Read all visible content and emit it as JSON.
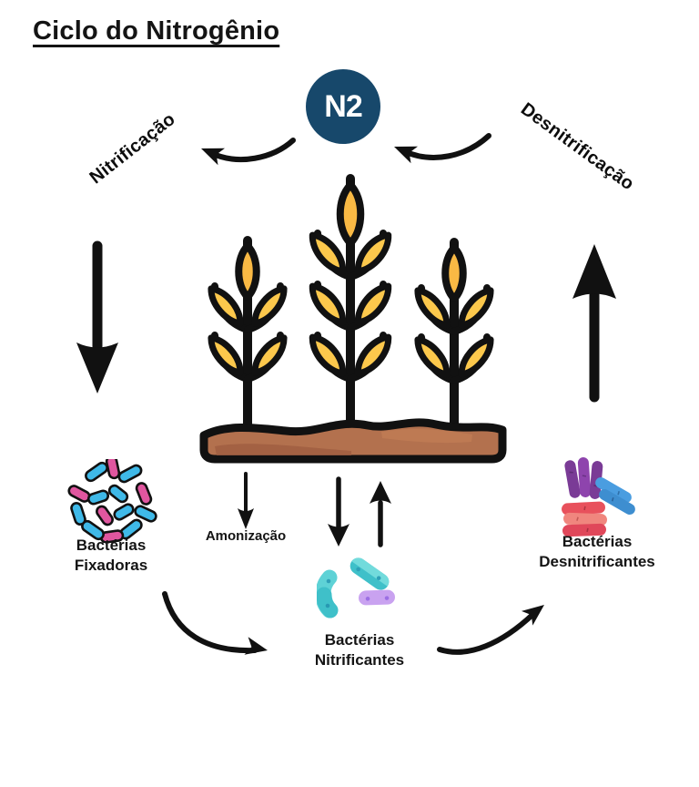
{
  "title": "Ciclo do Nitrogênio",
  "n2": {
    "label": "N2"
  },
  "process_labels": {
    "nitrification": "Nitrificação",
    "denitrification": "Desnitrificação",
    "ammonization": "Amonização"
  },
  "bacteria": {
    "fixing": {
      "line1": "Bactérias",
      "line2": "Fixadoras"
    },
    "nitrifying": {
      "line1": "Bactérias",
      "line2": "Nitrificantes"
    },
    "denitrifying": {
      "line1": "Bactérias",
      "line2": "Desnitrificantes"
    }
  },
  "icons": {
    "n2_node": "n2-circle",
    "wheat": "wheat-crop-icon",
    "fixing": "fixing-bacteria-icon",
    "nitrifying": "nitrifying-bacteria-icon",
    "denitrifying": "denitrifying-bacteria-icon"
  },
  "colors": {
    "n2_circle": "#17486B",
    "text": "#141414",
    "arrow": "#111111",
    "bacteria_blue": "#3FB9E8",
    "bacteria_pink": "#E0569F",
    "nitrifying_teal": "#49C9CF",
    "nitrifying_teal_light": "#72DBDC",
    "nitrifying_purple": "#C9A2F0",
    "denitrifying_purple": "#8E44AD",
    "denitrifying_blue": "#3E8ED0",
    "denitrifying_red": "#E8515C",
    "denitrifying_salmon": "#F0867E",
    "wheat_yellow": "#FCC84C",
    "wheat_bud_orange": "#F9B944",
    "soil_brown": "#B3714E"
  }
}
